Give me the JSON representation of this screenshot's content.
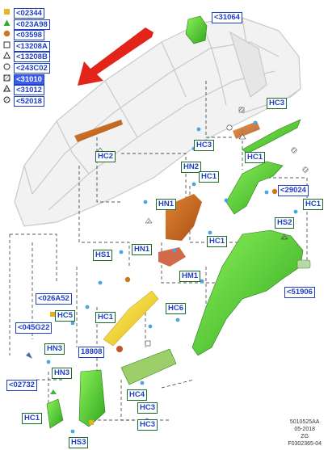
{
  "legend": [
    {
      "symbol": "square-yellow-icon",
      "code": "<02344"
    },
    {
      "symbol": "triangle-green-icon",
      "code": "<023A98"
    },
    {
      "symbol": "circle-orange-icon",
      "code": "<03598"
    },
    {
      "symbol": "square-outline-icon",
      "code": "<13208A"
    },
    {
      "symbol": "triangle-outline-icon",
      "code": "<13208B"
    },
    {
      "symbol": "circle-outline-icon",
      "code": "<243C02"
    },
    {
      "symbol": "square-hatched-icon",
      "code": "<31010"
    },
    {
      "symbol": "triangle-hatched-icon",
      "code": "<31012"
    },
    {
      "symbol": "circle-hatched-icon",
      "code": "<52018"
    }
  ],
  "callouts": {
    "c31064": "<31064",
    "hc3_a": "HC3",
    "hc3_b": "HC3",
    "hc1_a": "HC1",
    "hc2": "HC2",
    "hn2": "HN2",
    "hc1_b": "HC1",
    "c29024": "<29024",
    "hc1_c": "HC1",
    "hs2": "HS2",
    "hn1_a": "HN1",
    "hc1_d": "HC1",
    "hn1_b": "HN1",
    "hs1": "HS1",
    "hm1": "HM1",
    "c51906": "<51906",
    "c026a52": "<026A52",
    "hc5": "HC5",
    "hc6": "HC6",
    "hc1_e": "HC1",
    "c045g22": "<045G22",
    "hn3_a": "HN3",
    "c18808": "18808",
    "hn3_b": "HN3",
    "c02732": "<02732",
    "hc4": "HC4",
    "hc3_c": "HC3",
    "hc1_f": "HC1",
    "hc3_d": "HC3",
    "hs3": "HS3"
  },
  "footer": {
    "line1": "5010525AA",
    "line2": "05-2018",
    "line3": "ZG",
    "line4": "F0302365-04"
  }
}
